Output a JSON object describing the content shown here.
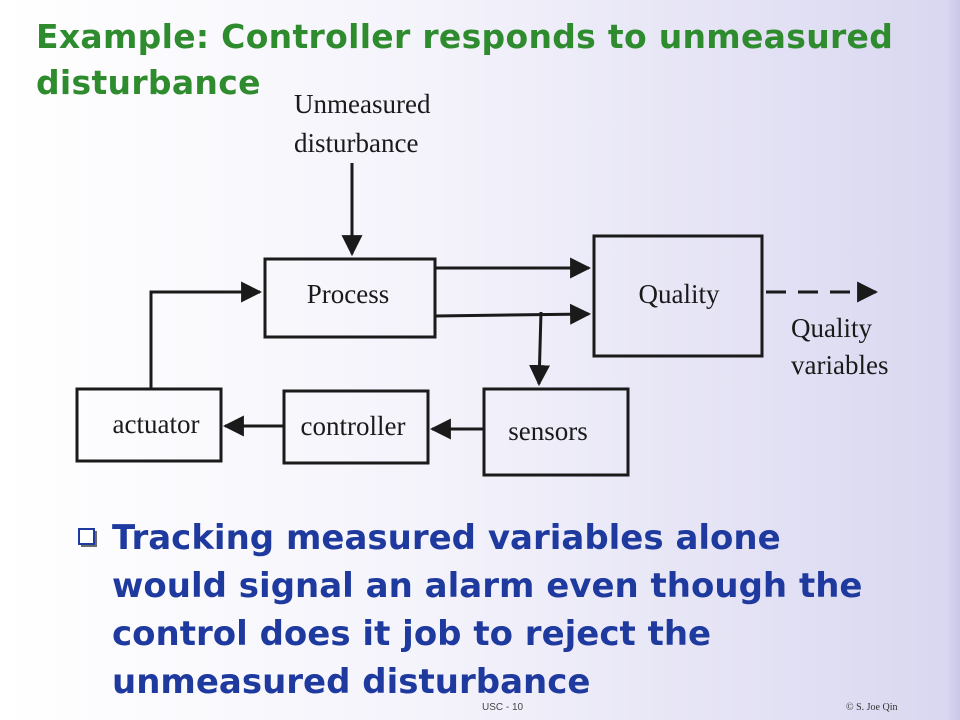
{
  "slide": {
    "title_lines": [
      "Example: Controller responds to unmeasured",
      "disturbance"
    ]
  },
  "diagram": {
    "disturbance_label": [
      "Unmeasured",
      "disturbance"
    ],
    "process_label": "Process",
    "quality_label": "Quality",
    "quality_vars_label": [
      "Quality",
      "variables"
    ],
    "actuator_label": "actuator",
    "controller_label": "controller",
    "sensors_label": "sensors"
  },
  "bullet": {
    "lines": [
      "Tracking measured variables alone",
      "would signal an alarm even though the",
      "control does it job to reject the",
      "unmeasured disturbance"
    ]
  },
  "footer": {
    "left": "USC - 10",
    "right": "© S. Joe Qin"
  },
  "colors": {
    "title": "#2e8b2e",
    "bullet_text": "#1f3a9e",
    "diagram_line": "#1a1a1a"
  }
}
